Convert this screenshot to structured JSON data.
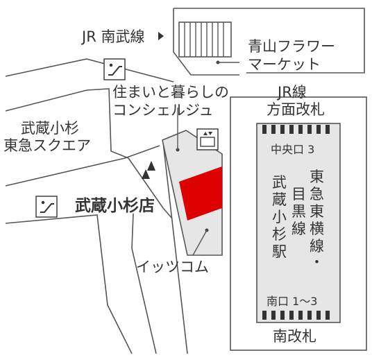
{
  "labels": {
    "jr_nambu": "JR 南武線",
    "aoyama": [
      "青山フラワー",
      "マーケット"
    ],
    "sumai": [
      "住まいと暮らしの",
      "コンシェルジュ"
    ],
    "jr_gate": [
      "JR線",
      "方面改札"
    ],
    "musashi_tokyu": [
      "武蔵小杉",
      "東急スクエア"
    ],
    "central_exit": "中央口 3",
    "tokyu_line_col1": [
      "東",
      "急",
      "東",
      "横",
      "線",
      "・"
    ],
    "tokyu_line_col2": [
      "目",
      "黒",
      "線"
    ],
    "station_col": [
      "武",
      "蔵",
      "小",
      "杉",
      "駅"
    ],
    "store_name": "武蔵小杉店",
    "itscom": "イッツコム",
    "south_exit": "南口 1〜3",
    "south_gate": "南改札"
  },
  "colors": {
    "highlight": "#dd0000",
    "station_fill": "#e6e6e6",
    "building_fill": "#e6e6e6",
    "lines": "#555555",
    "text": "#333333"
  },
  "icons": {
    "escalator_top": "escalator-icon",
    "escalator_left": "escalator-icon",
    "elevator": "elevator-icon"
  }
}
